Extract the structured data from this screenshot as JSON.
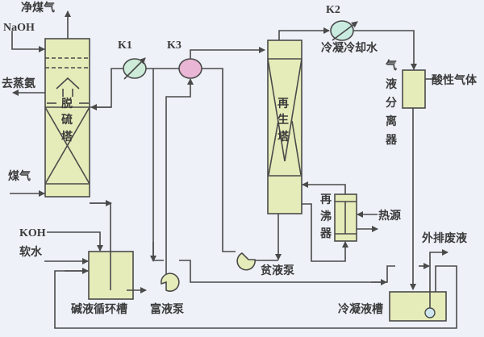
{
  "title": "脱硫再生工艺流程图",
  "colors": {
    "equipment_fill": "#e6ecb9",
    "line": "#4a4a4a",
    "heat_exchanger_k1": "#cdebd8",
    "heat_exchanger_k2": "#c8ecdf",
    "heat_exchanger_k3": "#eab6d5",
    "pump_small": "#cfe6ef",
    "background": "#eef1f8"
  },
  "equipment": {
    "desulfurization_tower": {
      "label_1": "脱",
      "label_2": "硫",
      "label_3": "塔"
    },
    "regeneration_tower": {
      "label_1": "再",
      "label_2": "生",
      "label_3": "塔"
    },
    "reboiler": {
      "label_1": "再",
      "label_2": "沸",
      "label_3": "器"
    },
    "gas_liquid_separator": {
      "label_1": "气",
      "label_2": "液",
      "label_3": "分",
      "label_4": "离",
      "label_5": "器"
    },
    "alkali_tank": {
      "label": "碱液循环槽"
    },
    "rich_pump": {
      "label": "富液泵"
    },
    "lean_pump": {
      "label": "贫液泵"
    },
    "condensate_tank": {
      "label": "冷凝液槽"
    },
    "k1": {
      "label": "K1"
    },
    "k2": {
      "label": "K2"
    },
    "k3": {
      "label": "K3"
    }
  },
  "streams": {
    "clean_gas": "净煤气",
    "naoh": "NaOH",
    "to_ammonia_still": "去蒸氨",
    "coal_gas": "煤气",
    "koh": "KOH",
    "soft_water": "软水",
    "condensing_cooling_water": "冷凝冷却水",
    "acid_gas": "酸性气体",
    "heat_source": "热源",
    "waste_liquid": "外排废液"
  }
}
